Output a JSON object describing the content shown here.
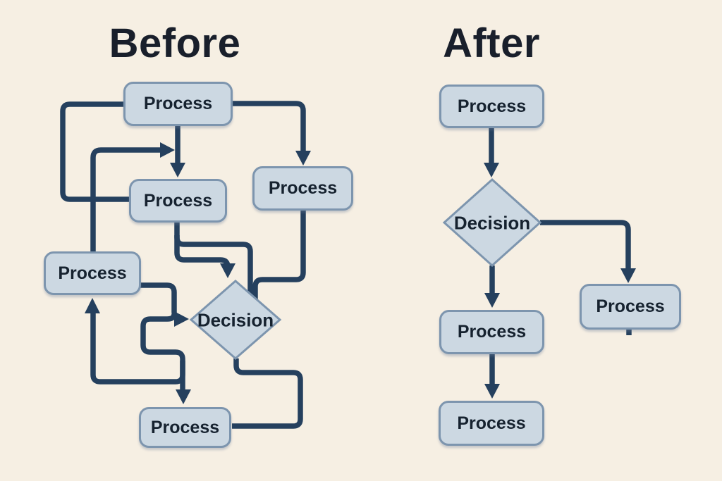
{
  "before": {
    "title": "Before",
    "nodes": {
      "top_process": {
        "label": "Process"
      },
      "middle_process": {
        "label": "Process"
      },
      "right_process": {
        "label": "Process"
      },
      "left_process": {
        "label": "Process"
      },
      "bottom_process": {
        "label": "Process"
      },
      "decision": {
        "label": "Decision"
      }
    }
  },
  "after": {
    "title": "After",
    "nodes": {
      "top_process": {
        "label": "Process"
      },
      "decision": {
        "label": "Decision"
      },
      "middle_process": {
        "label": "Process"
      },
      "bottom_process": {
        "label": "Process"
      },
      "branch_process": {
        "label": "Process"
      }
    }
  },
  "colors": {
    "background": "#f6efe3",
    "node_fill": "#ccd8e2",
    "node_border": "#7d95ae",
    "connector": "#25405e",
    "label_text": "#16222f",
    "title_text": "#191f2b"
  }
}
